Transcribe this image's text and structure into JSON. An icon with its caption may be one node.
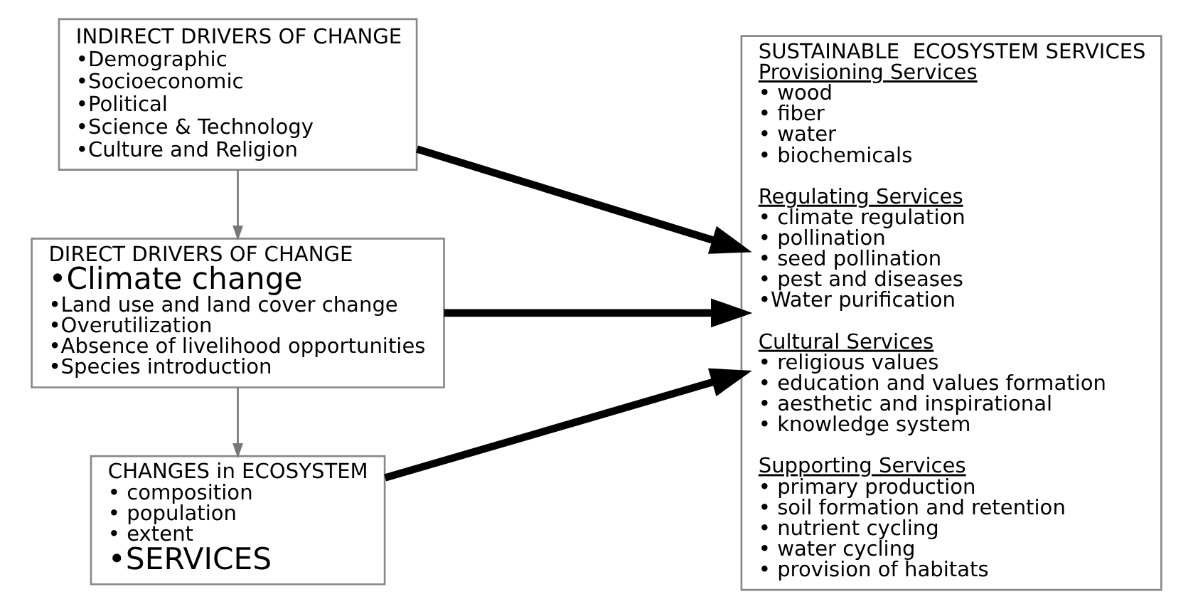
{
  "diagram": {
    "nodes": [
      {
        "text": [
          "INDIRECT DRIVERS OF CHANGE",
          "•Demographic",
          "•Socioeconomic",
          "•Political",
          "•Science & Technology",
          "•Culture and Religion"
        ]
      },
      {
        "text": [
          "DIRECT DRIVERS OF CHANGE",
          "•Climate change",
          "•Land use and land cover change",
          "•Overutilization",
          "•Absence of livelihood opportunities",
          "•Species introduction"
        ]
      },
      {
        "text": [
          "CHANGES in ECOSYSTEM",
          "• composition",
          "• population",
          "• extent",
          "•SERVICES"
        ]
      },
      {
        "text": [
          "SUSTAINABLE  ECOSYSTEM SERVICES",
          "Provisioning Services",
          "• wood",
          "• fiber",
          "• water",
          "• biochemicals",
          "Regulating Services",
          "• climate regulation",
          "• pollination",
          "• seed pollination",
          "• pest and diseases",
          "•Water purification",
          "Cultural Services",
          "• religious values",
          "• education and values formation",
          "• aesthetic and inspirational",
          "• knowledge system",
          "Supporting Services",
          "• primary production",
          "• soil formation and retention",
          "• nutrient cycling",
          "• water cycling",
          "• provision of habitats"
        ]
      }
    ],
    "edges": [
      {
        "from": 0,
        "to": 1,
        "arrow": "to",
        "color": "#777777"
      },
      {
        "from": 1,
        "to": 2,
        "arrow": "to",
        "color": "#777777"
      },
      {
        "from": 0,
        "to": 3,
        "arrow": "to"
      },
      {
        "from": 1,
        "to": 3,
        "arrow": "to"
      },
      {
        "from": 2,
        "to": 3,
        "arrow": "to"
      }
    ]
  }
}
